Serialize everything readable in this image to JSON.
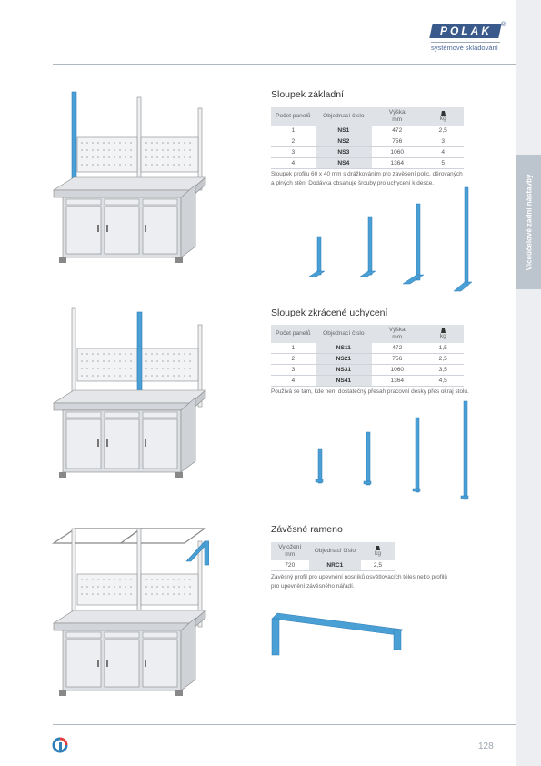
{
  "header": {
    "logo_text": "POLAK",
    "logo_reg": "®",
    "tagline": "systémové skladování"
  },
  "side_tab": {
    "label": "Víceúčelové zadní nástavby"
  },
  "sections": [
    {
      "title": "Sloupek základní",
      "columns": [
        "Počet panelů",
        "Objednací číslo",
        "Výška",
        "mm",
        "kg"
      ],
      "rows": [
        [
          "1",
          "NS1",
          "472",
          "2,5"
        ],
        [
          "2",
          "NS2",
          "756",
          "3"
        ],
        [
          "3",
          "NS3",
          "1060",
          "4"
        ],
        [
          "4",
          "NS4",
          "1364",
          "5"
        ]
      ],
      "description": "Sloupek profilu 60 x 40 mm s drážkováním pro zavěšení polic, děrovaných a plných stěn. Dodávka obsahuje šrouby pro uchycení k desce."
    },
    {
      "title": "Sloupek zkrácené uchycení",
      "columns": [
        "Počet panelů",
        "Objednací číslo",
        "Výška",
        "mm",
        "kg"
      ],
      "rows": [
        [
          "1",
          "NS11",
          "472",
          "1,5"
        ],
        [
          "2",
          "NS21",
          "756",
          "2,5"
        ],
        [
          "3",
          "NS31",
          "1060",
          "3,5"
        ],
        [
          "4",
          "NS41",
          "1364",
          "4,5"
        ]
      ],
      "description": "Používá se tam, kde není dostatečný přesah pracovní desky přes okraj stolu."
    },
    {
      "title": "Závěsné rameno",
      "columns": [
        "Vyložení",
        "mm",
        "Objednací číslo",
        "kg"
      ],
      "rows": [
        [
          "720",
          "NRC1",
          "2,5"
        ]
      ],
      "description": "Závěsný profil pro upevnění nosníků osvětlovacích těles nebo profilů pro upevnění závěsného nářadí."
    }
  ],
  "footer": {
    "page_number": "128"
  },
  "colors": {
    "brand": "#3a5a8c",
    "accent_blue": "#4a9fd4",
    "table_header": "#dfe3e8",
    "side_tab": "#bcc4ce"
  }
}
